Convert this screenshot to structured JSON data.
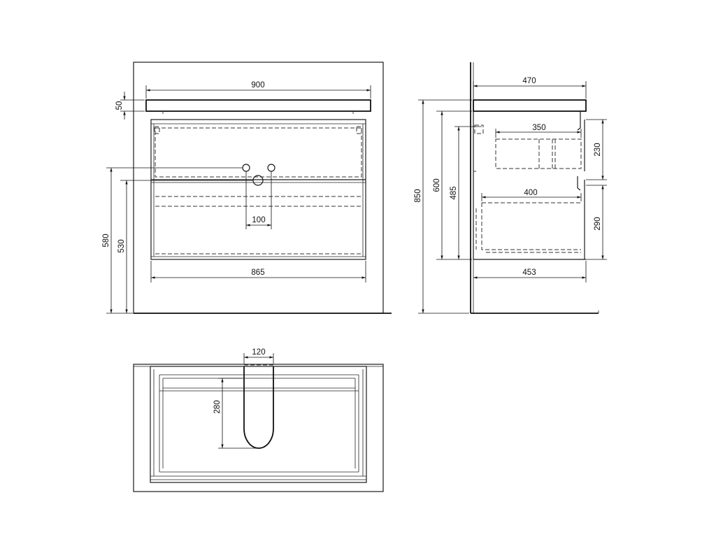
{
  "front_view": {
    "width_total": "900",
    "top_thickness": "50",
    "drain_spacing": "100",
    "height_drain_upper": "580",
    "height_drain_lower": "530",
    "inner_width": "865"
  },
  "side_view": {
    "depth_top": "470",
    "height_total": "850",
    "cabinet_height": "600",
    "drawer_zone_height": "485",
    "upper_drawer_depth": "350",
    "lower_drawer_depth": "400",
    "upper_front_height": "230",
    "lower_front_height": "290",
    "cabinet_depth": "453"
  },
  "top_view": {
    "cutout_width": "120",
    "cutout_depth": "280"
  }
}
